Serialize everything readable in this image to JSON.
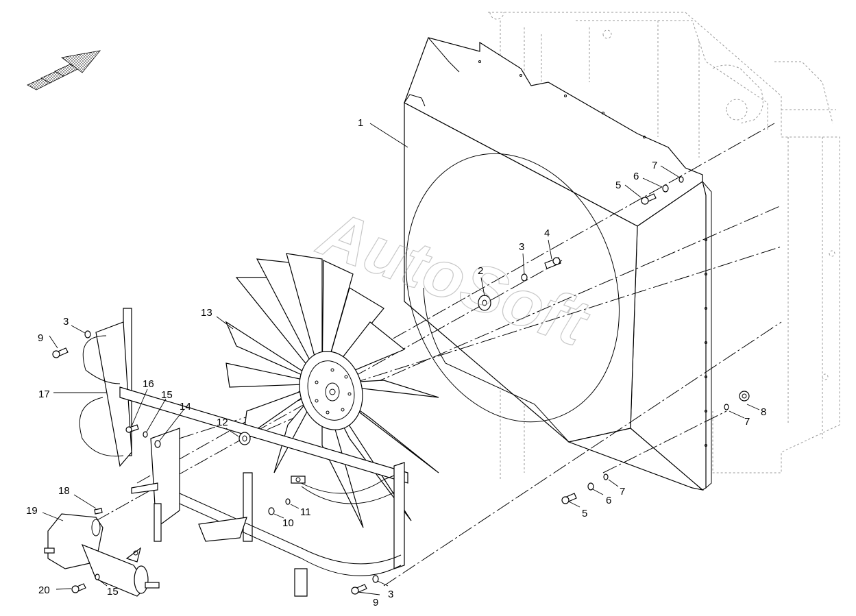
{
  "watermark": "AutoSoft",
  "callouts": [
    {
      "id": "c1",
      "label": "1"
    },
    {
      "id": "c2",
      "label": "2"
    },
    {
      "id": "c3a",
      "label": "3"
    },
    {
      "id": "c3b",
      "label": "3"
    },
    {
      "id": "c3c",
      "label": "3"
    },
    {
      "id": "c4",
      "label": "4"
    },
    {
      "id": "c5a",
      "label": "5"
    },
    {
      "id": "c5b",
      "label": "5"
    },
    {
      "id": "c6a",
      "label": "6"
    },
    {
      "id": "c6b",
      "label": "6"
    },
    {
      "id": "c7a",
      "label": "7"
    },
    {
      "id": "c7b",
      "label": "7"
    },
    {
      "id": "c7c",
      "label": "7"
    },
    {
      "id": "c8",
      "label": "8"
    },
    {
      "id": "c9a",
      "label": "9"
    },
    {
      "id": "c9b",
      "label": "9"
    },
    {
      "id": "c10",
      "label": "10"
    },
    {
      "id": "c11",
      "label": "11"
    },
    {
      "id": "c12",
      "label": "12"
    },
    {
      "id": "c13",
      "label": "13"
    },
    {
      "id": "c14",
      "label": "14"
    },
    {
      "id": "c15a",
      "label": "15"
    },
    {
      "id": "c15b",
      "label": "15"
    },
    {
      "id": "c16",
      "label": "16"
    },
    {
      "id": "c17",
      "label": "17"
    },
    {
      "id": "c18",
      "label": "18"
    },
    {
      "id": "c19",
      "label": "19"
    },
    {
      "id": "c20",
      "label": "20"
    }
  ],
  "icons": {
    "direction_arrow": "forward-direction-arrow-icon"
  }
}
